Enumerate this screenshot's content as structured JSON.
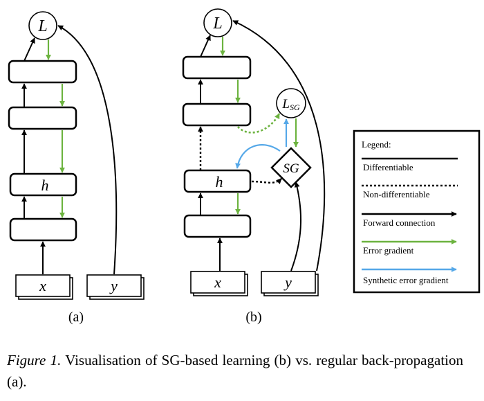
{
  "colors": {
    "forward": "#000000",
    "error_gradient": "#6cb33f",
    "synthetic_gradient": "#55a8e8"
  },
  "panel_a": {
    "loss_label": "L",
    "hidden_label": "h",
    "input_x": "x",
    "input_y": "y",
    "caption": "(a)"
  },
  "panel_b": {
    "loss_label": "L",
    "sg_loss_main": "L",
    "sg_loss_sub": "SG",
    "sg_module_label": "SG",
    "hidden_label": "h",
    "input_x": "x",
    "input_y": "y",
    "caption": "(b)"
  },
  "legend": {
    "title": "Legend:",
    "items": [
      {
        "label": "Differentiable",
        "style": "solid",
        "color": "#000000",
        "arrow": false
      },
      {
        "label": "Non-differentiable",
        "style": "dotted",
        "color": "#000000",
        "arrow": false
      },
      {
        "label": "Forward connection",
        "style": "solid",
        "color": "#000000",
        "arrow": true
      },
      {
        "label": "Error gradient",
        "style": "solid",
        "color": "#6cb33f",
        "arrow": true
      },
      {
        "label": "Synthetic error gradient",
        "style": "solid",
        "color": "#55a8e8",
        "arrow": true
      }
    ]
  },
  "caption": {
    "figure_label": "Figure 1.",
    "text": "Visualisation of SG-based learning (b) vs. regular back-propagation (a)."
  }
}
